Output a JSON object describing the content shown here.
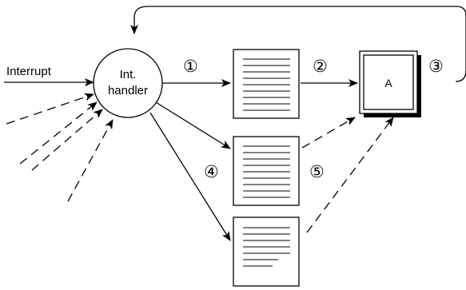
{
  "labels": {
    "interrupt": "Interrupt",
    "handler_line1": "Int.",
    "handler_line2": "handler",
    "process": "A"
  },
  "steps": {
    "s1": "①",
    "s2": "②",
    "s3": "③",
    "s4": "④",
    "s5": "⑤"
  },
  "colors": {
    "ink": "#000000",
    "background": "#ffffff",
    "process_shadow": "#000000"
  }
}
